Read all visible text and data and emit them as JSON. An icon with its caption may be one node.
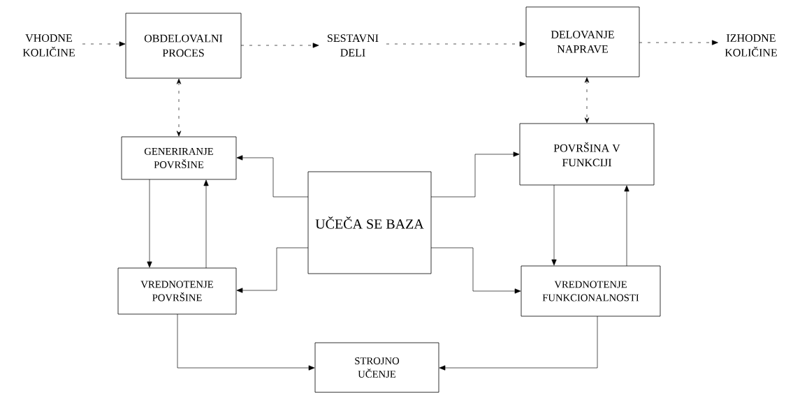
{
  "diagram": {
    "nodes": [
      {
        "text": [
          "VHODNE KOLIČINE"
        ]
      },
      {
        "text": [
          "OBDELOVALNI PROCES"
        ]
      },
      {
        "text": [
          "SESTAVNI DELI"
        ]
      },
      {
        "text": [
          "DELOVANJE NAPRAVE"
        ]
      },
      {
        "text": [
          "IZHODNE KOLIČINE"
        ]
      },
      {
        "text": [
          "GENERIRANJE POVRŠINE"
        ]
      },
      {
        "text": [
          "POVRŠINA V FUNKCIJI"
        ]
      },
      {
        "text": [
          "UČEČA SE BAZA"
        ]
      },
      {
        "text": [
          "VREDNOTENJE POVRŠINE"
        ]
      },
      {
        "text": [
          "VREDNOTENJE FUNKCIONALNOSTI"
        ]
      },
      {
        "text": [
          "STROJNO UČENJE"
        ]
      }
    ],
    "edges": [
      {
        "from": 0,
        "to": 1,
        "arrow": "to",
        "style": "dashed"
      },
      {
        "from": 1,
        "to": 2,
        "arrow": "to",
        "style": "dashed"
      },
      {
        "from": 2,
        "to": 3,
        "arrow": "to",
        "style": "dashed"
      },
      {
        "from": 3,
        "to": 4,
        "arrow": "to",
        "style": "dashed"
      },
      {
        "from": 1,
        "to": 5,
        "arrow": "both",
        "style": "dashed"
      },
      {
        "from": 3,
        "to": 6,
        "arrow": "both",
        "style": "dashed"
      },
      {
        "from": 7,
        "to": 5,
        "arrow": "to"
      },
      {
        "from": 7,
        "to": 6,
        "arrow": "to"
      },
      {
        "from": 7,
        "to": 8,
        "arrow": "to"
      },
      {
        "from": 7,
        "to": 9,
        "arrow": "to"
      },
      {
        "from": 5,
        "to": 8,
        "arrow": "to"
      },
      {
        "from": 8,
        "to": 5,
        "arrow": "to"
      },
      {
        "from": 6,
        "to": 9,
        "arrow": "to"
      },
      {
        "from": 9,
        "to": 6,
        "arrow": "to"
      },
      {
        "from": 8,
        "to": 10,
        "arrow": "to"
      },
      {
        "from": 9,
        "to": 10,
        "arrow": "to"
      }
    ]
  }
}
